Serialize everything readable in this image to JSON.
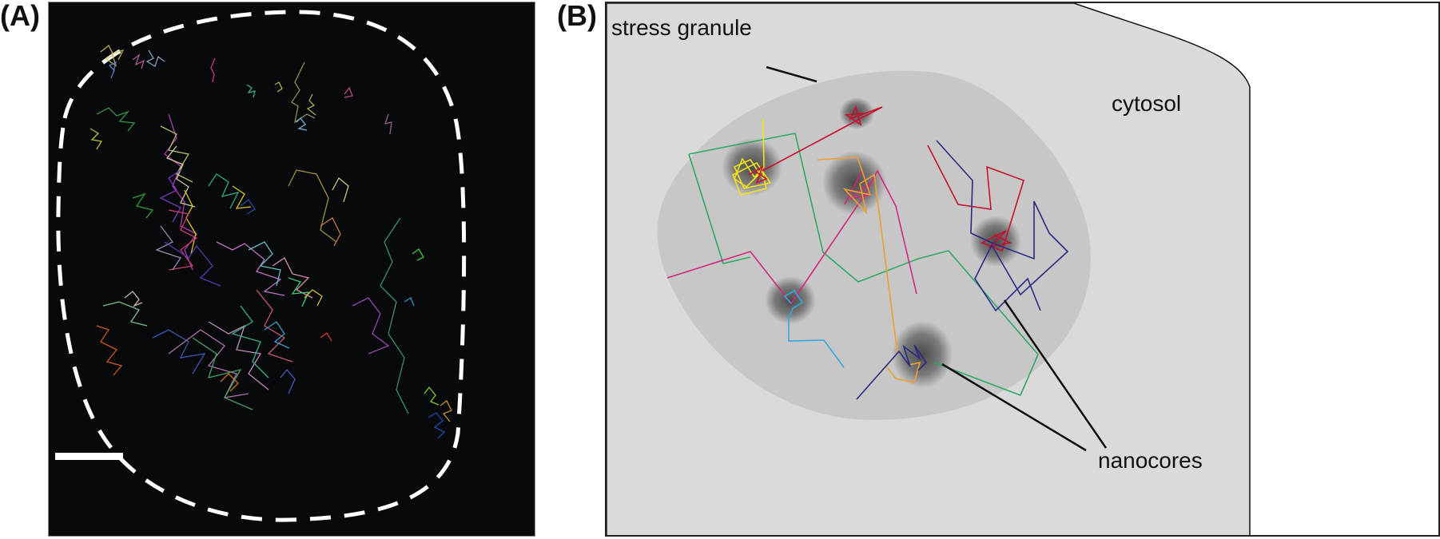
{
  "figure": {
    "panel_a": {
      "label": "(A)",
      "description": "single-particle trajectories inside a cell outline (dashed), scale bar bottom-left",
      "background_color": "#08090b",
      "outline_color": "#ffffff",
      "scale_bar_color": "#ffffff"
    },
    "panel_b": {
      "label": "(B)",
      "labels": {
        "stress_granule": "stress granule",
        "cytosol": "cytosol",
        "nanocores": "nanocores"
      },
      "colors": {
        "cytosol_fill": "#d9dad9",
        "granule_fill": "#c6c7c6",
        "nanocore_fill": "#5a5a5a",
        "outline": "#111111"
      },
      "trajectory_colors": {
        "yellow": "#f2e21a",
        "red": "#c8102e",
        "green": "#2fa866",
        "magenta": "#d6257a",
        "orange": "#f0a030",
        "navy": "#2b2a86",
        "cyan": "#34a7e0"
      }
    }
  }
}
